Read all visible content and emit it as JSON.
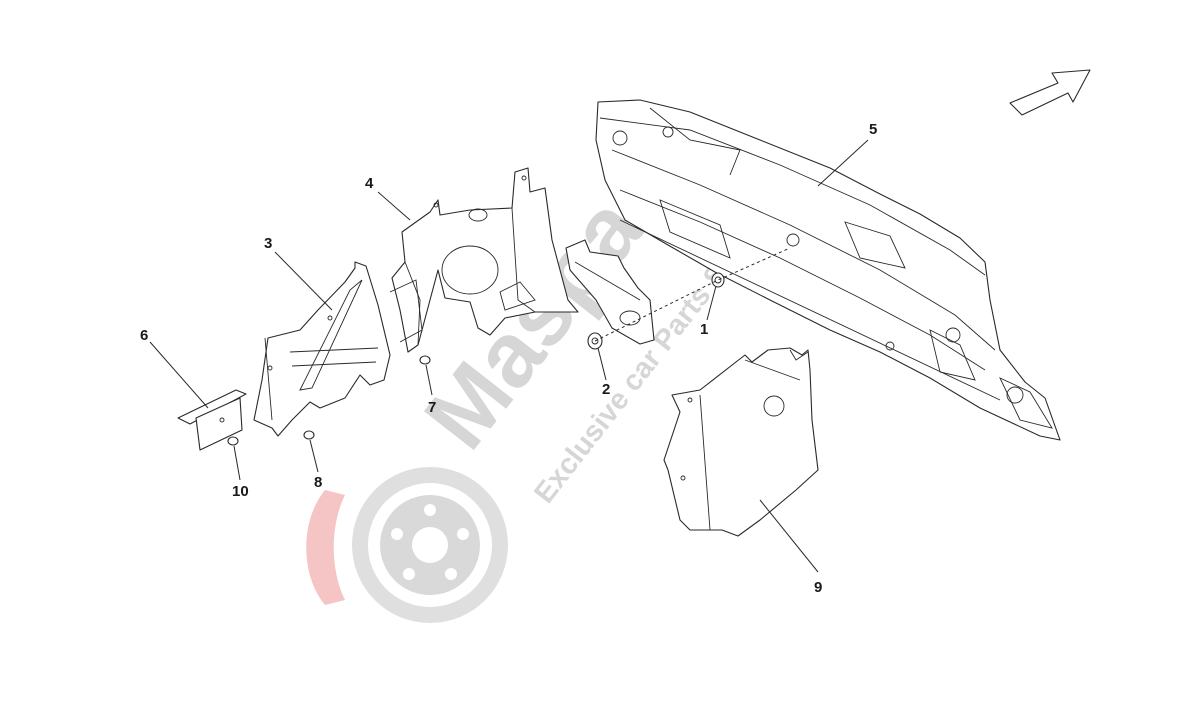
{
  "diagram": {
    "callouts": [
      {
        "id": "1",
        "label": "1"
      },
      {
        "id": "2",
        "label": "2"
      },
      {
        "id": "3",
        "label": "3"
      },
      {
        "id": "4",
        "label": "4"
      },
      {
        "id": "5",
        "label": "5"
      },
      {
        "id": "6",
        "label": "6"
      },
      {
        "id": "7",
        "label": "7"
      },
      {
        "id": "8",
        "label": "8"
      },
      {
        "id": "9",
        "label": "9"
      },
      {
        "id": "10",
        "label": "10"
      }
    ]
  },
  "watermark": {
    "brand": "Masparts",
    "tagline": "Exclusive car Parts Specialist"
  },
  "colors": {
    "line": "#2a2a2a",
    "watermark_gray": "#c9c9c9",
    "watermark_red": "#f2b6b6"
  },
  "icons": {
    "direction_arrow": "arrow-right-up-icon",
    "logo": "brake-disc-logo-icon"
  }
}
